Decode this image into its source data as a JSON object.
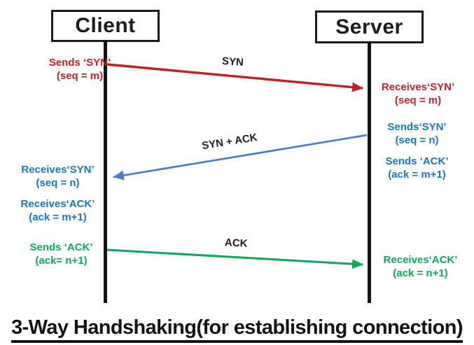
{
  "title": "3-Way Handshaking(for establishing connection)",
  "actors": {
    "client": "Client",
    "server": "Server"
  },
  "colors": {
    "red": "#bf2126",
    "blue_arrow": "#4d82c2",
    "blue_text": "#1b75bb",
    "green": "#0ca95a",
    "black": "#1a1a1a"
  },
  "messages": [
    {
      "label": "SYN",
      "from": "Client",
      "to": "Server"
    },
    {
      "label": "SYN + ACK",
      "from": "Server",
      "to": "Client"
    },
    {
      "label": "ACK",
      "from": "Client",
      "to": "Server"
    }
  ],
  "annotations": [
    {
      "line1": "Sends ‘SYN’",
      "line2": "(seq = m)"
    },
    {
      "line1": "Receives‘SYN’",
      "line2": "(seq = m)"
    },
    {
      "line1": "Sends‘SYN’",
      "line2": "(seq = n)"
    },
    {
      "line1": "Sends ‘ACK’",
      "line2": "(ack = m+1)"
    },
    {
      "line1": "Receives‘SYN’",
      "line2": "(seq = n)"
    },
    {
      "line1": "Receives‘ACK’",
      "line2": "(ack = m+1)"
    },
    {
      "line1": "Sends ‘ACK’",
      "line2": "(ack= n+1)"
    },
    {
      "line1": "Receives‘ACK’",
      "line2": "(ack = n+1)"
    }
  ]
}
